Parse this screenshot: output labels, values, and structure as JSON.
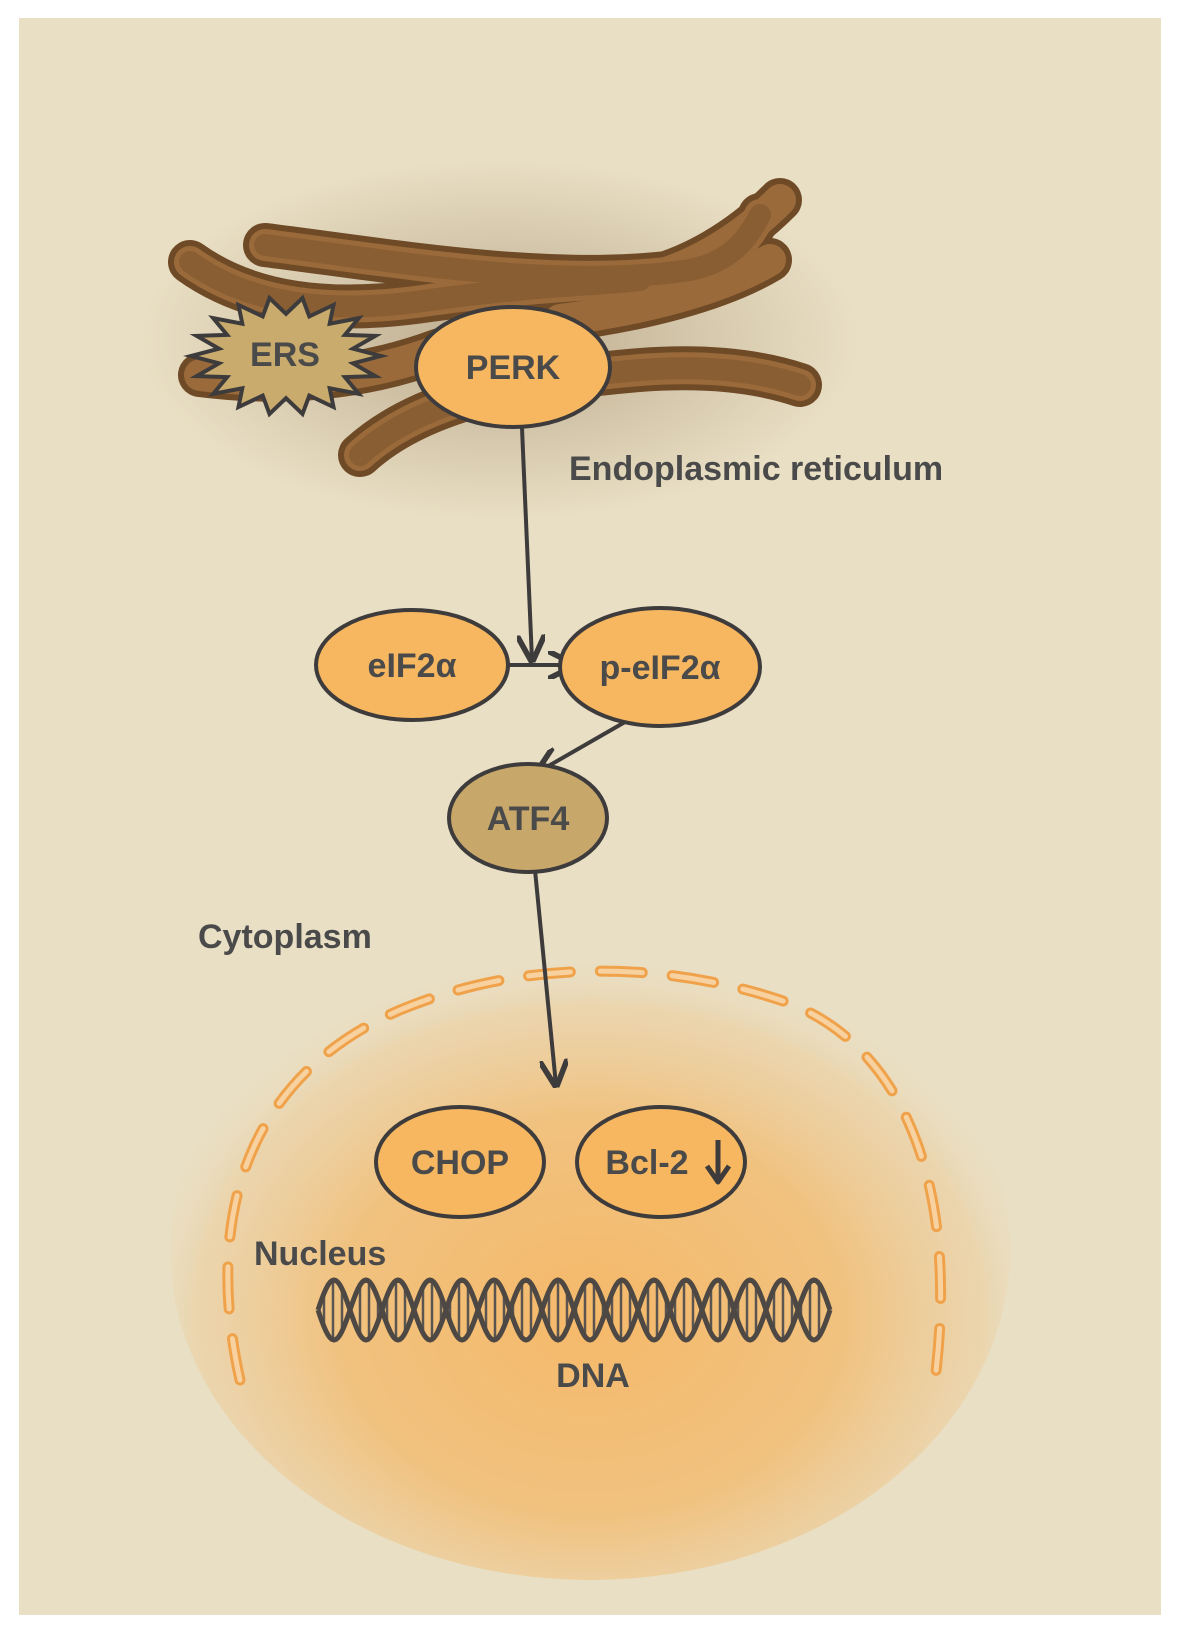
{
  "labels": {
    "ers": "ERS",
    "perk": "PERK",
    "er": "Endoplasmic reticulum",
    "eif2a": "eIF2α",
    "peif2a": "p-eIF2α",
    "atf4": "ATF4",
    "cytoplasm": "Cytoplasm",
    "chop": "CHOP",
    "bcl2": "Bcl-2",
    "nucleus": "Nucleus",
    "dna": "DNA"
  },
  "colors": {
    "background": "#e9dfc4",
    "er_brown": "#8a5e33",
    "node_orange": "#f6b760",
    "node_tan": "#c8a76a",
    "ers_fill": "#c9ab6d",
    "outline": "#3d3b3b",
    "nucleus_glow": "#f6b765",
    "text": "#4a4a4a"
  }
}
